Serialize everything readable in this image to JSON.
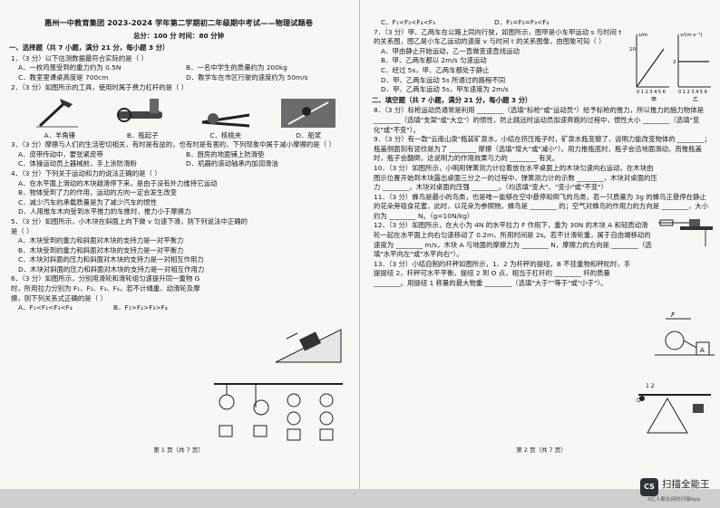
{
  "left": {
    "title": "惠州一中教育集团 2023-2024 学年第二学期初二年级期中考试——物理试题卷",
    "subtitle": "总分：100 分    时间：80 分钟",
    "sec1": "一、选择题（共 7 小题，满分 21 分，每小题 3 分）",
    "q1": "1．（3 分）以下估测数据最符合实际的是（    ）",
    "q1a": "A．一枚鸡蛋受到的重力约为 0.5N",
    "q1b": "B．一名中学生的质量约为 200kg",
    "q1c": "C．教室里课桌高度是 700cm",
    "q1d": "D．教学车在市区行驶的速度约为 50m/s",
    "q2": "2．（3 分）如图所示的工具，使用时属于费力杠杆的是（    ）",
    "q2a": "A．羊角锤",
    "q2b": "B．瓶起子",
    "q2c": "C．核桃夹",
    "q2d": "D．船浆",
    "q3": "3．（3 分）摩擦与人们的生活密切相关，有时是有益的，也有时是有害的，下列现象中属于减小摩擦的是（    ）",
    "q3a": "A．皮带传动中，要张紧皮带",
    "q3b": "B．厨房的地面铺上防滑垫",
    "q3c": "C．体操运动员上器械前，手上涂防滑粉",
    "q3d": "D．机器的滚动轴承内加润滑油",
    "q4": "4．（3 分）下列关于运动和力的说法正确的是（    ）",
    "q4a": "A．在水平面上滑动的木块越滑停下来，是由于没有外力维持它运动",
    "q4b": "B．物体受到了力的作用，运动的方向一定会发生改变",
    "q4c": "C．减少汽车的承载质量是为了减少汽车的惯性",
    "q4d": "D．人用推车木向受到水平推力的车推时，推力小于摩擦力",
    "q5": "5．（3 分）如图所示，小木块在斜面上向下做 v 匀速下滑，则下列说法中正确的是（    ）",
    "q5a": "A．木块受到的重力和斜面对木块的支持力是一对平衡力",
    "q5b": "B．木块受到的重力和斜面对木块的支持力是一对平衡力",
    "q5c": "C．木块对斜面的压力和斜面对木块的支持力是一对相互作用力",
    "q5d": "D．木块对斜面的压力和斜面对木块的支持力是一对相互作用力",
    "q6": "6．（3 分）如图所示，分别用滑轮和滑轮组匀速提升同一重物 G 时，所用拉力分别为 F₁、F₂、F₃、F₄，若不计绳重、动滑轮及摩擦，则下列关系式正确的是（    ）",
    "q6a": "A．F₁<F₂<F₃<F₄",
    "q6b": "B．F₁>F₂>F₃>F₄",
    "footer": "第 1 页（共 7 页）"
  },
  "right": {
    "q6c": "C．F₁<F₂<F₄<F₃",
    "q6d": "D．F₁=F₂=F₃<F₄",
    "q7": "7．（3 分）甲、乙两车在公路上同向行驶，如图所示，图甲是小车甲运动 s 与时间 t 的关系图，图乙是小车乙运动的速度 v 与时间 t 的关系图像，由图象可知（    ）",
    "q7a": "A．甲由静止开始运动，乙一直做变速直线运动",
    "q7b": "B．甲、乙两车都以 2m/s 匀速运动",
    "q7c": "C．经过 5s，甲、乙两车都处于静止",
    "q7d": "D．甲、乙两车运动 5s 所通过的路程不同",
    "q7e": "D．甲、乙两车运动 5s，甲车速度为 2m/s",
    "sec2": "二、填空题（共 7 小题，满分 21 分，每小题 3 分）",
    "q8": "8．（3 分）标枪运动员通常是利用 ________（选填\"标枪\"或\"运动员\"）给予标枪的推力，所以推力的施力物体是 ________（选填\"支架\"或\"大立\"）的惯性，防止跳远时运动员加速奔跑的过程中，惯性大小 ________（选填\"变化\"或\"不变\"）。",
    "q9": "9．（3 分）有一款\"云南山泉\"瓶装矿泉水，小结在挤压瓶子时，矿泉水瓶变瘪了，说明力能改变物体的 ________；瓶盖侧面刻有竖纹是为了 ________ 摩擦（选填\"增大\"或\"减小\"）。用力推瓶底时，瓶子会沿地面滑动，而推瓶盖时，瓶子会翻倒，这说明力的作用效果与力的 ________ 有关。",
    "q10": "10．（3 分）如图所示，小明用弹簧测力计拉着放在水平桌面上的木块匀速向右运动，在木块由图示位置开始到木块露出桌面三分之一的过程中，弹簧测力计的示数 ________，木块对桌面的压力 ________，木块对桌面的压强 ________。（均选填\"变大\"、\"变小\"或\"不变\"）",
    "q11": "11．（3 分）蜂鸟是最小的鸟类，也是唯一能够在空中悬停和倒飞的鸟类，若一只质量为 3g 的蜂鸟正悬停在静止的花朵旁吸食花蜜，此时，以花朵为参照物，蜂鸟是 ________ 的；空气对蜂鸟的作用力的方向是 ________，大小约为 ________ N。（g=10N/kg）",
    "q12": "12．（3 分）如图所示，在大小为 4N 的水平拉力 F 作用下，重为 30N 的木块 A 和轻质动滑轮一起在水平面上向右匀速移动了 0.2m，所用时间是 2s。若不计滑轮重，属于自由端移动的速度为 ________ m/s，木块 A 与地面的摩擦力为 ________ N，摩擦力的方向是 ________（选填\"水平向左\"或\"水平向右\"）。",
    "q13": "13．（3 分）小结自制的杆秤如图所示，1、2 为杆秤的提纽，B 不挂重物和秤砣时，手提提纽 2，杆秤可水平平衡，提纽 2 到 O 点，相当于杠杆的 ________ 杆的质量 ________。用提纽 1 称量的最大物重 ________（选填\"大于\"\"等于\"或\"小于\"）。",
    "footer": "第 2 页（共 7 页）",
    "graph_a_xlabel": "t/s",
    "graph_a_ylabel": "s/m",
    "graph_a_ticks": [
      "0",
      "1",
      "2",
      "3",
      "4",
      "5",
      "6"
    ],
    "graph_a_y": "10",
    "graph_b_xlabel": "t/s",
    "graph_b_ylabel": "v/(m·s⁻¹)",
    "graph_b_ticks": [
      "0",
      "1",
      "2",
      "3",
      "4",
      "5",
      "6"
    ],
    "graph_b_y": "2",
    "cap_a": "甲",
    "cap_b": "乙",
    "fig12_f": "F",
    "fig12_a": "A",
    "fig13_12": "1  2",
    "fig13_o": "O"
  },
  "brand": {
    "logo": "CS",
    "name": "扫描全能王",
    "tag": "3亿人都在用的扫描App"
  }
}
